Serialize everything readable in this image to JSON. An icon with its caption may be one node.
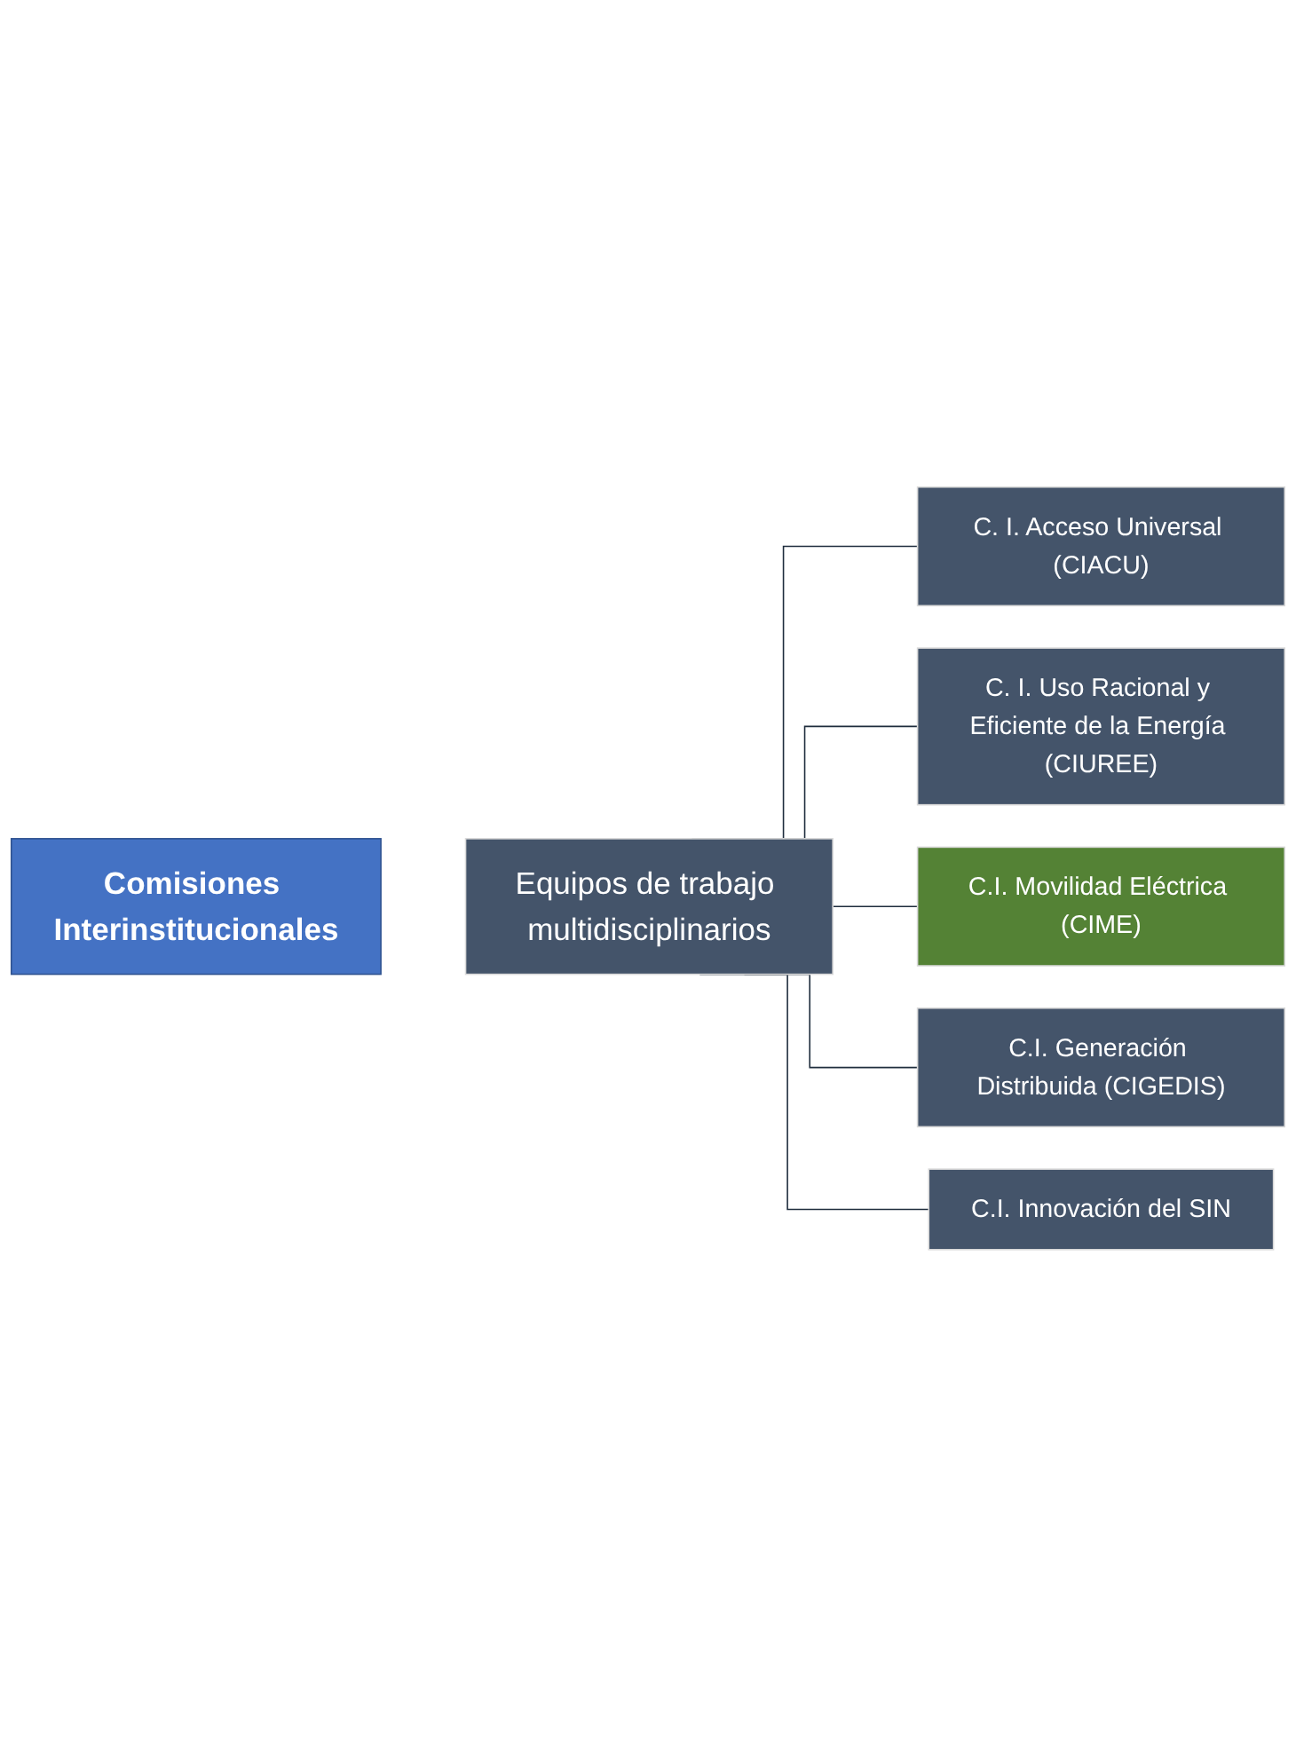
{
  "diagram": {
    "nodes": [
      {
        "text": [
          "Comisiones Interinstitucionales"
        ]
      },
      {
        "text": [
          "Equipos de trabajo multidisciplinarios"
        ]
      },
      {
        "text": [
          "C. I. Acceso Universal (CIACU)"
        ]
      },
      {
        "text": [
          "C. I. Uso Racional y Eficiente de la Energía (CIUREE)"
        ]
      },
      {
        "text": [
          "C.I. Movilidad Eléctrica (CIME)"
        ]
      },
      {
        "text": [
          "C.I. Generación Distribuida (CIGEDIS)"
        ]
      },
      {
        "text": [
          "C.I. Innovación del SIN"
        ]
      }
    ],
    "edges": [
      {
        "from": 1,
        "to": 2,
        "arrow": "none"
      },
      {
        "from": 1,
        "to": 3,
        "arrow": "none"
      },
      {
        "from": 1,
        "to": 4,
        "arrow": "none"
      },
      {
        "from": 1,
        "to": 5,
        "arrow": "none"
      },
      {
        "from": 1,
        "to": 6,
        "arrow": "none"
      }
    ]
  }
}
